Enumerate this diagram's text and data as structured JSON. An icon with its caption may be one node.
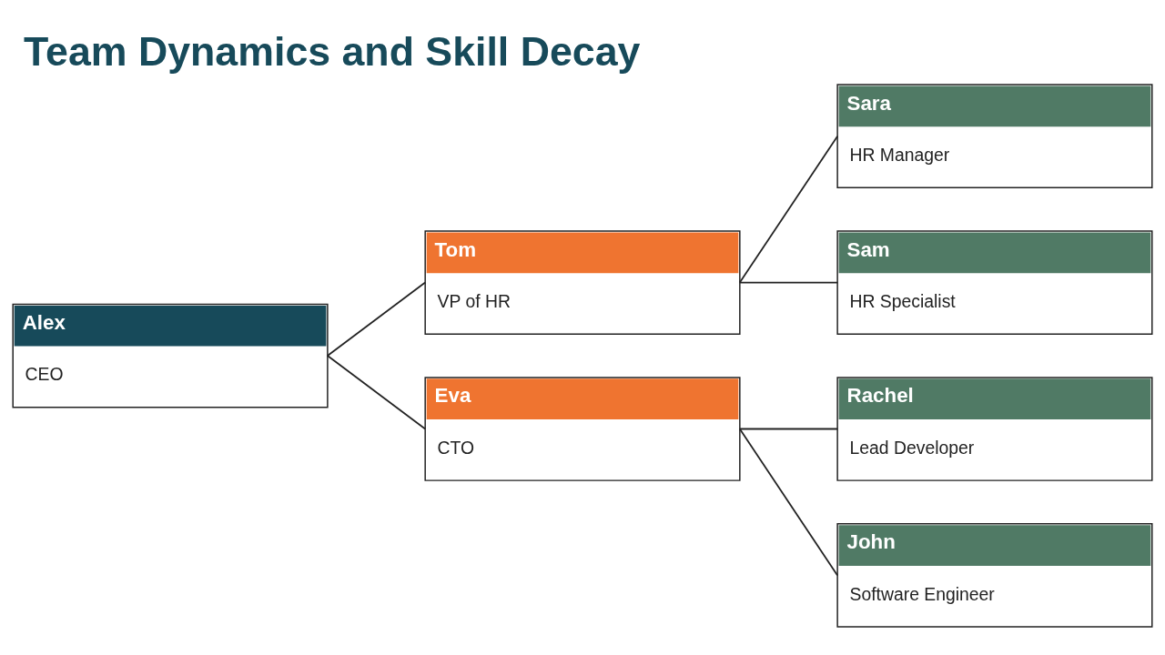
{
  "diagram": {
    "title": "Team Dynamics and Skill Decay",
    "nodes": [
      {
        "text": [
          "Alex",
          "CEO"
        ]
      },
      {
        "text": [
          "Tom",
          "VP of HR"
        ]
      },
      {
        "text": [
          "Sara",
          "HR Manager"
        ]
      },
      {
        "text": [
          "Sam",
          "HR Specialist"
        ]
      },
      {
        "text": [
          "Eva",
          "CTO"
        ]
      },
      {
        "text": [
          "Rachel",
          "Lead Developer"
        ]
      },
      {
        "text": [
          "John",
          "Software Engineer"
        ]
      }
    ],
    "edges": [
      {
        "from": 0,
        "to": 1,
        "arrow": "none"
      },
      {
        "from": 0,
        "to": 4,
        "arrow": "none"
      },
      {
        "from": 1,
        "to": 2,
        "arrow": "none"
      },
      {
        "from": 1,
        "to": 3,
        "arrow": "none"
      },
      {
        "from": 4,
        "to": 5,
        "arrow": "none"
      },
      {
        "from": 4,
        "to": 6,
        "arrow": "none"
      }
    ]
  }
}
